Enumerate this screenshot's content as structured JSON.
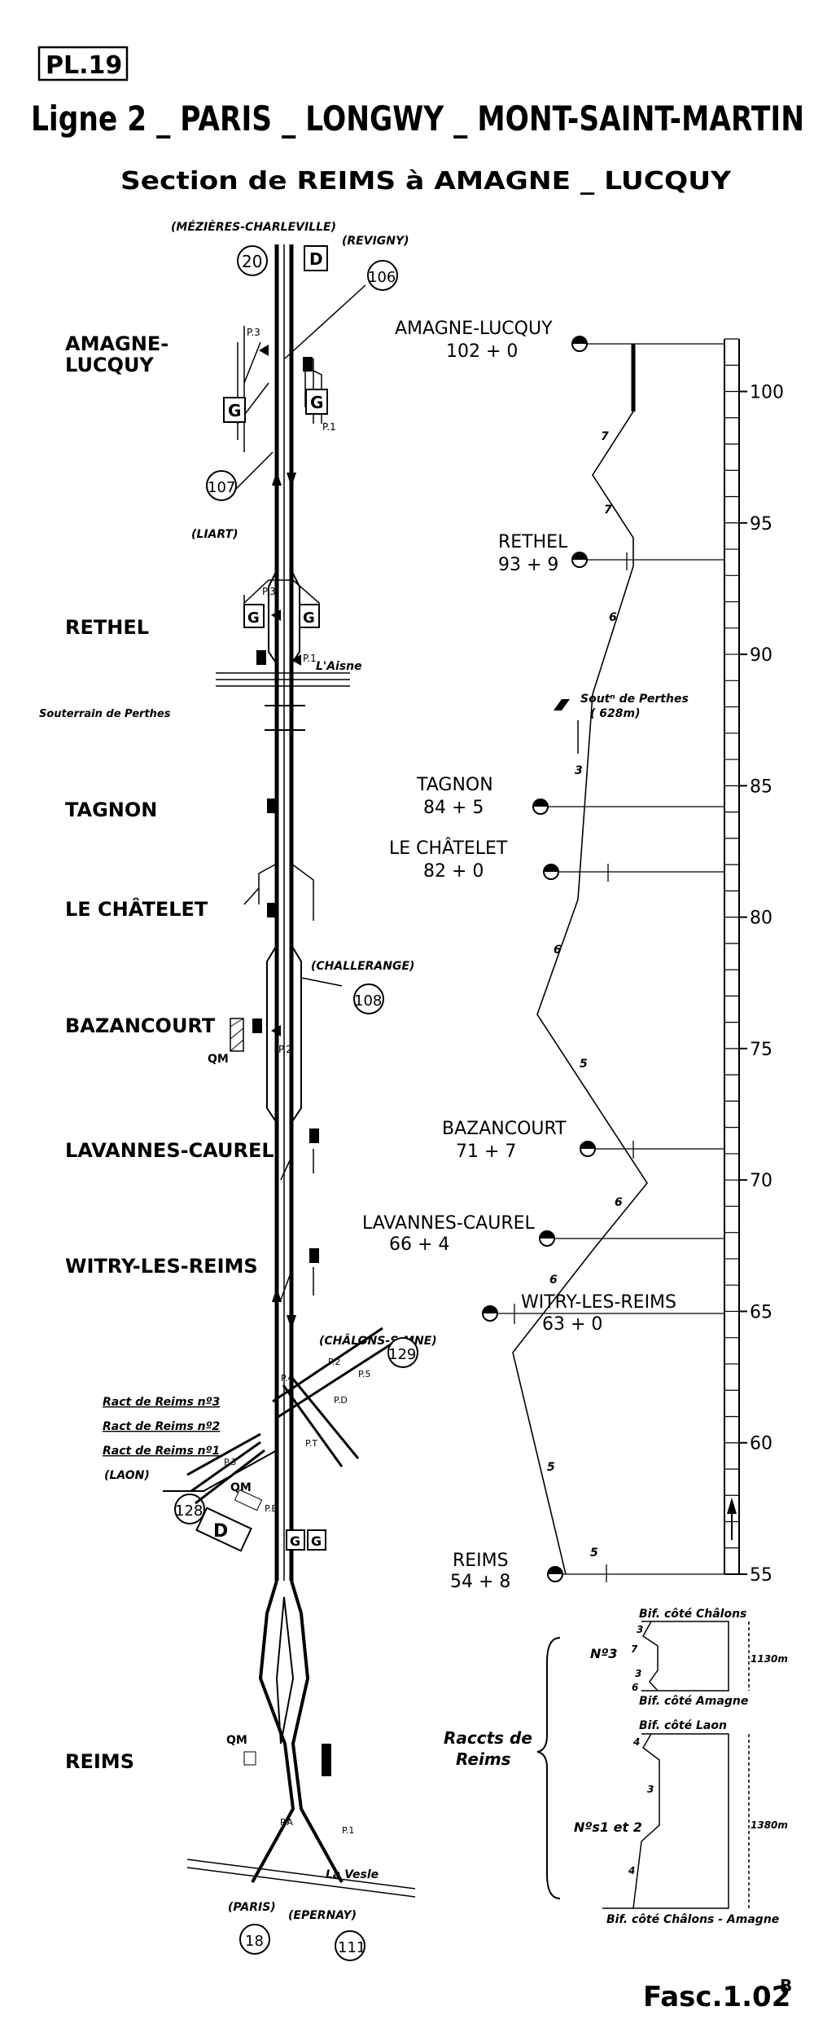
{
  "header": {
    "plate": "PL.19",
    "title": "Ligne 2 _ PARIS _ LONGWY _ MONT-SAINT-MARTIN",
    "subtitle": "Section de REIMS à AMAGNE _ LUCQUY"
  },
  "footer": {
    "fasc": "Fasc.1.02",
    "fasc_sup": "B"
  },
  "line_stations": [
    {
      "name": "AMAGNE-",
      "name2": "LUCQUY"
    },
    {
      "name": "RETHEL"
    },
    {
      "name": "TAGNON"
    },
    {
      "name": "LE CHÂTELET"
    },
    {
      "name": "BAZANCOURT"
    },
    {
      "name": "LAVANNES-CAUREL"
    },
    {
      "name": "WITRY-LES-REIMS"
    },
    {
      "name": "REIMS"
    }
  ],
  "junctions": [
    {
      "label": "(MÉZIÈRES-CHARLEVILLE)",
      "num": "20"
    },
    {
      "label": "(REVIGNY)",
      "num": "106"
    },
    {
      "label": "(LIART)",
      "num": "107"
    },
    {
      "label": "(CHALLERANGE)",
      "num": "108"
    },
    {
      "label": "(CHÂLONS-S-MNE)",
      "num": "129"
    },
    {
      "label": "(LAON)",
      "num": "128"
    },
    {
      "label": "(PARIS)",
      "num": "18"
    },
    {
      "label": "(EPERNAY)",
      "num": "111"
    }
  ],
  "diagram_text": {
    "tunnel": "Souterrain de Perthes",
    "aisne": "L'Aisne",
    "vesle": "La Vesle",
    "ract3": "Ract de Reims nº3",
    "ract2": "Ract de Reims nº2",
    "ract1": "Ract de Reims nº1",
    "qm": "QM",
    "d": "D",
    "g": "G",
    "p1": "P.1",
    "p2": "P.2",
    "p3": "P.3",
    "p4": "P.4",
    "p5": "P.5",
    "pd": "P.D",
    "pe": "P.E",
    "pt": "P.T",
    "pa": "P.A"
  },
  "profile": {
    "km_ticks": [
      "100",
      "95",
      "90",
      "85",
      "80",
      "75",
      "70",
      "65",
      "60",
      "55"
    ],
    "stations": [
      {
        "name": "AMAGNE-LUCQUY",
        "pk": "102 + 0"
      },
      {
        "name": "RETHEL",
        "pk": "93 + 9"
      },
      {
        "name": "TAGNON",
        "pk": "84 + 5"
      },
      {
        "name": "LE CHÂTELET",
        "pk": "82 + 0"
      },
      {
        "name": "BAZANCOURT",
        "pk": "71 + 7"
      },
      {
        "name": "LAVANNES-CAUREL",
        "pk": "66 + 4"
      },
      {
        "name": "WITRY-LES-REIMS",
        "pk": "63 + 0"
      },
      {
        "name": "REIMS",
        "pk": "54 + 8"
      }
    ],
    "gradients": [
      "7",
      "7",
      "6",
      "3",
      "6",
      "5",
      "6",
      "6",
      "5",
      "5"
    ],
    "tunnel": "Soutⁿ de Perthes",
    "tunnel_len": "( 628m)"
  },
  "raccordements": {
    "brace_label": "Raccts de",
    "brace_label2": "Reims",
    "n3": "Nº3",
    "n12": "Nºs1 et 2",
    "bif_chalons": "Bif. côté Châlons",
    "bif_amagne": "Bif. côté Amagne",
    "bif_laon": "Bif. côté Laon",
    "bif_chalons_amagne": "Bif. côté Châlons - Amagne",
    "len1": "1130m",
    "len2": "1380m",
    "grads_n3": [
      "3",
      "7",
      "3",
      "6"
    ],
    "grads_n12": [
      "4",
      "3",
      "4"
    ]
  }
}
